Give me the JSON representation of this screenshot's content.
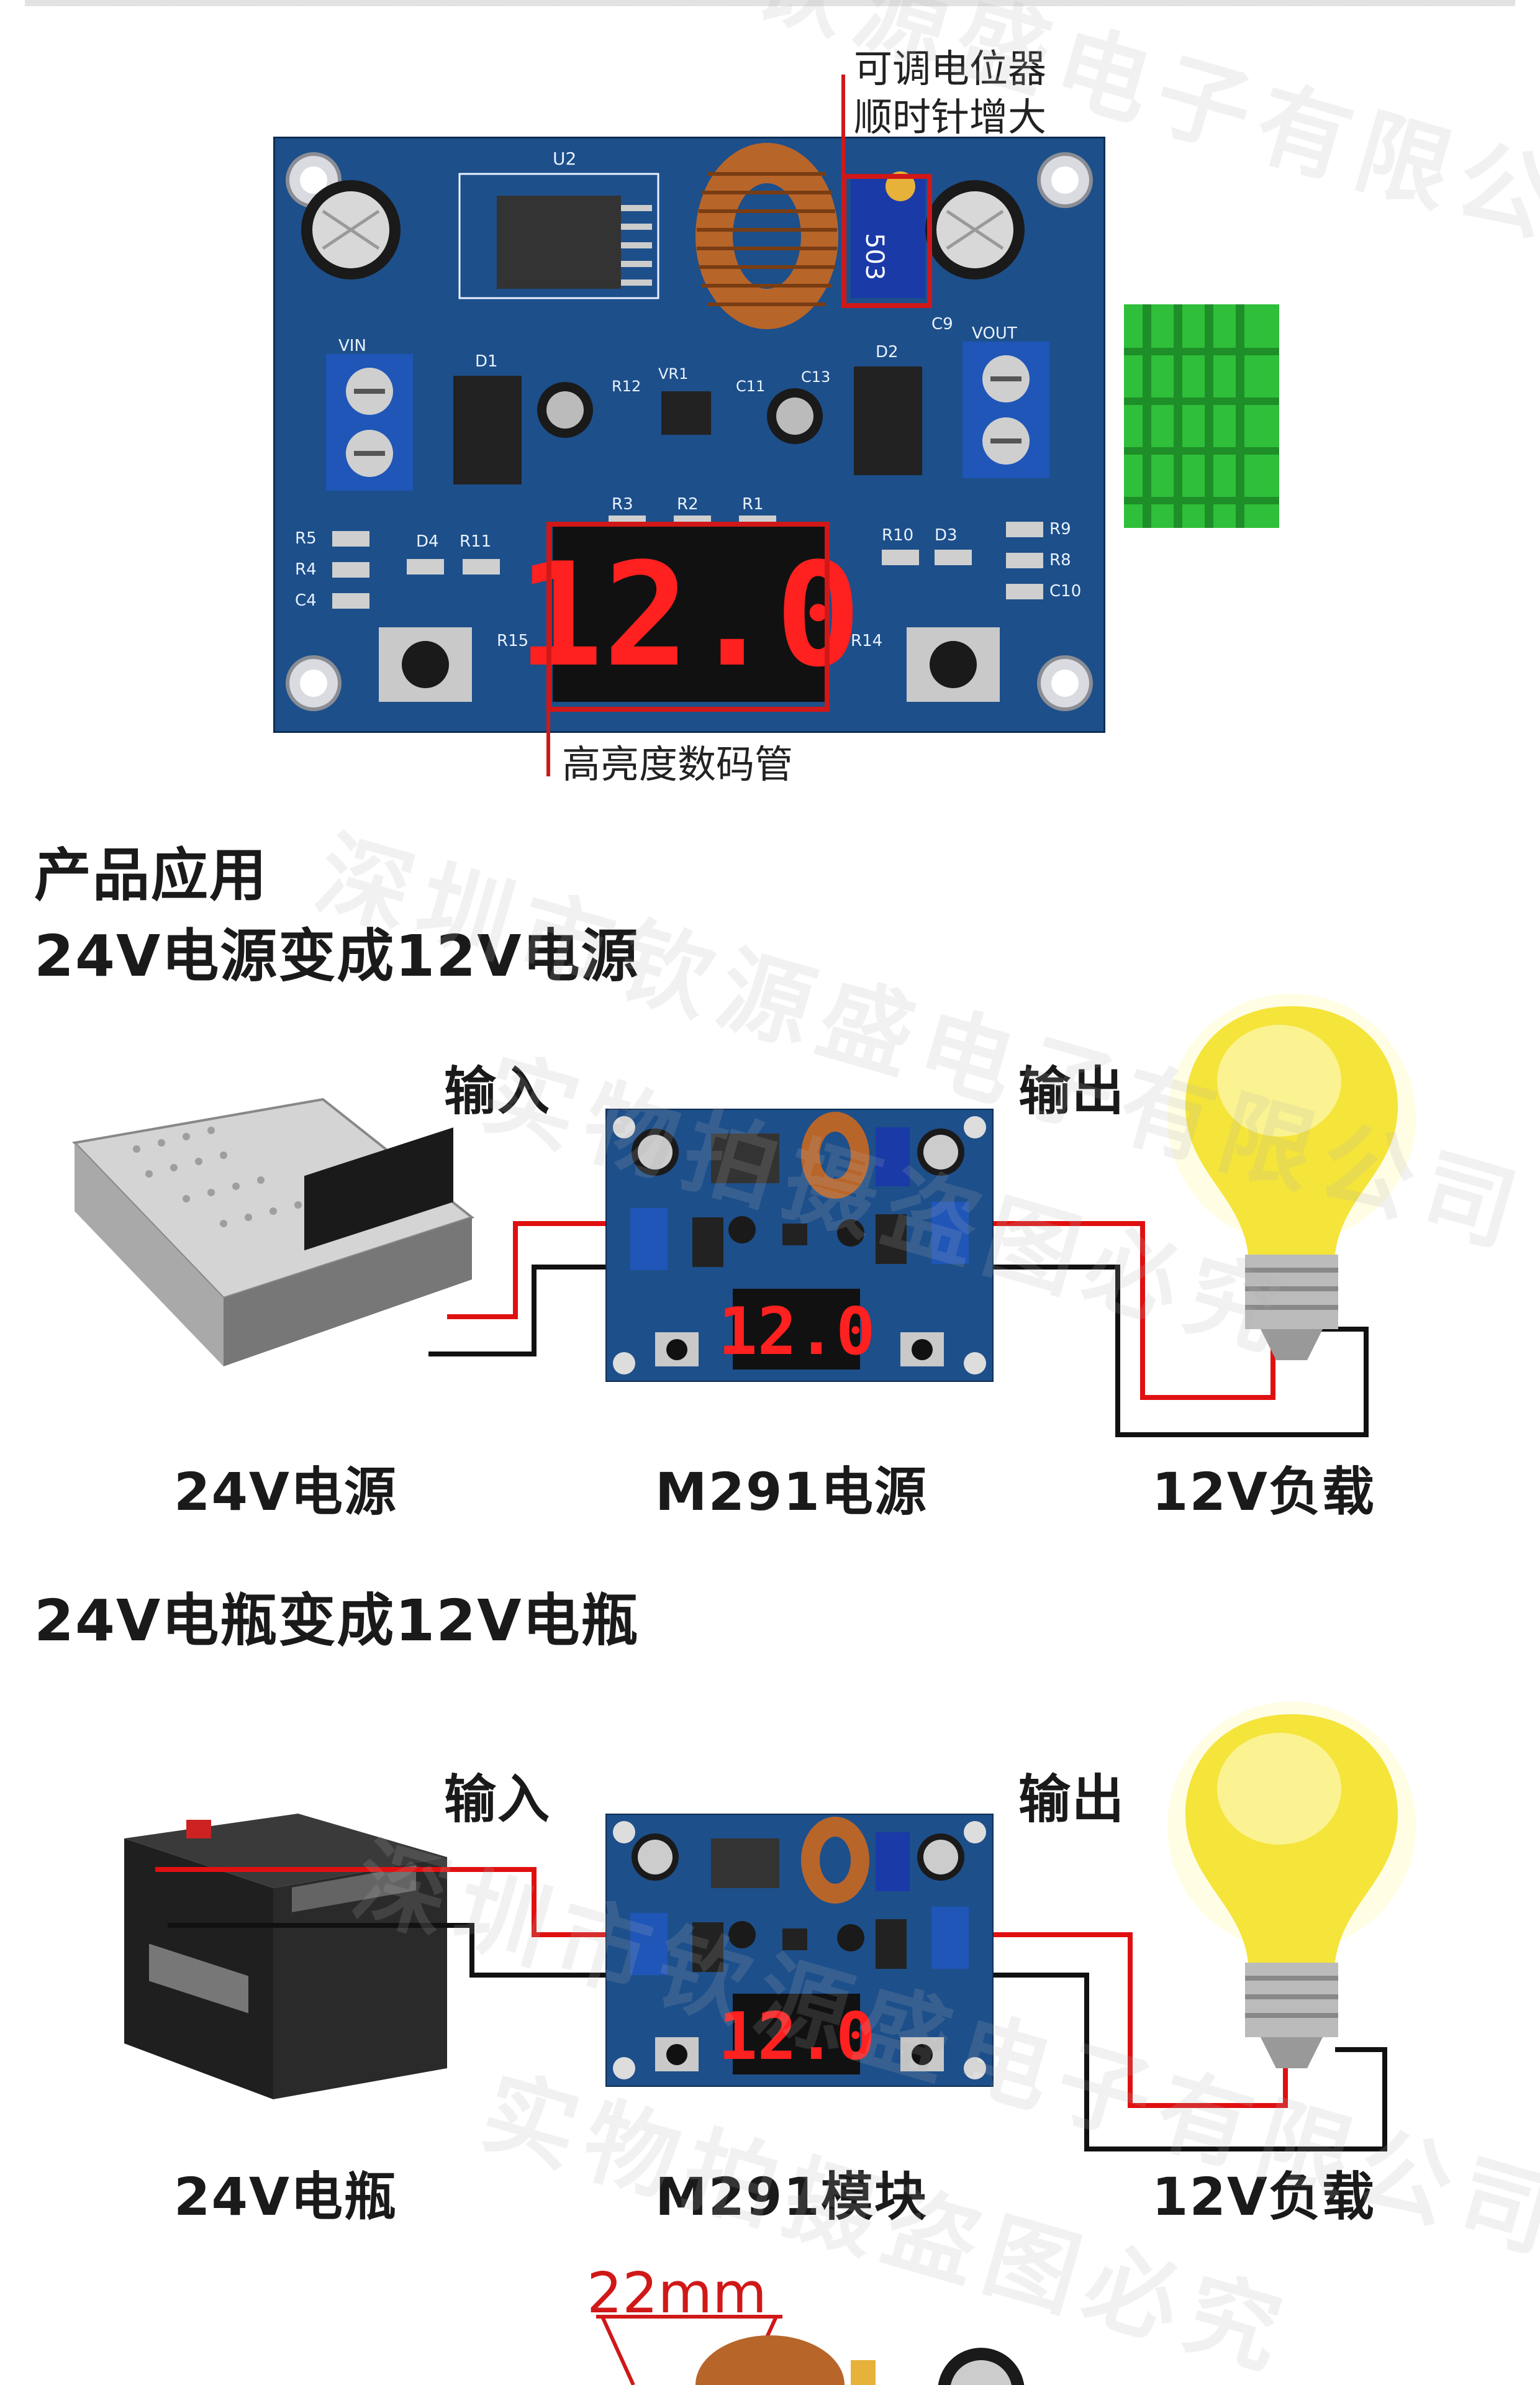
{
  "top_banner_text": "可调电位器  顺时针增大",
  "callouts": {
    "pot_line1": "可调电位器",
    "pot_line2": "顺时针增大",
    "display": "高亮度数码管"
  },
  "board_silkscreen": {
    "u2": "U2",
    "d1": "D1",
    "d2": "D2",
    "vin": "VIN",
    "vout": "VOUT",
    "vr1": "VR1",
    "r12": "R12",
    "c11": "C11",
    "c13": "C13",
    "c9": "C9",
    "r3": "R3",
    "r2": "R2",
    "r1": "R1",
    "r5": "R5",
    "r4": "R4",
    "c4": "C4",
    "d4": "D4",
    "r11": "R11",
    "r10": "R10",
    "d3": "D3",
    "r9": "R9",
    "r8": "R8",
    "c10": "C10",
    "r15": "R15",
    "r14": "R14",
    "pot_mark": "503"
  },
  "display_value": "12.0",
  "section_title": "产品应用",
  "app1": {
    "title": "24V电源变成12V电源",
    "input_label": "输入",
    "output_label": "输出",
    "source_label": "24V电源",
    "module_label": "M291电源",
    "load_label": "12V负载"
  },
  "app2": {
    "title": "24V电瓶变成12V电瓶",
    "input_label": "输入",
    "output_label": "输出",
    "source_label": "24V电瓶",
    "module_label": "M291模块",
    "load_label": "12V负载"
  },
  "dimension_label": "22mm",
  "watermark_lines": [
    "深圳市钦源盛电子有限公司",
    "实物拍摄盗图必究"
  ],
  "colors": {
    "pcb": "#1d4f8a",
    "pcb_dark": "#153a68",
    "callout_red": "#d01818",
    "digit_red": "#ff2020",
    "heatsink_green": "#2fbf3a",
    "bulb_yellow": "#f5e43a",
    "wire_red": "#e01010",
    "wire_black": "#111111"
  }
}
